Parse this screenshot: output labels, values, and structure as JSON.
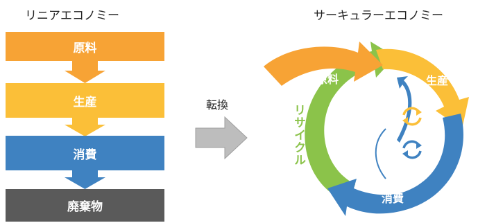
{
  "linear": {
    "title": "リニアエコノミー",
    "stages": [
      {
        "label": "原料",
        "color": "#f7a335"
      },
      {
        "label": "生産",
        "color": "#fbbf38"
      },
      {
        "label": "消費",
        "color": "#3f82c1"
      },
      {
        "label": "廃棄物",
        "color": "#5a5a5a"
      }
    ]
  },
  "conversion": {
    "label": "転換",
    "arrow_color": "#bdbdbd"
  },
  "circular": {
    "title": "サーキュラーエコノミー",
    "raw_material": {
      "label": "原料",
      "color": "#f7a335"
    },
    "production": {
      "label": "生産",
      "color": "#fbbf38"
    },
    "consumption": {
      "label": "消費",
      "color": "#3f82c1"
    },
    "recycle": {
      "label": "リサイクル",
      "color": "#8bc34a"
    }
  }
}
